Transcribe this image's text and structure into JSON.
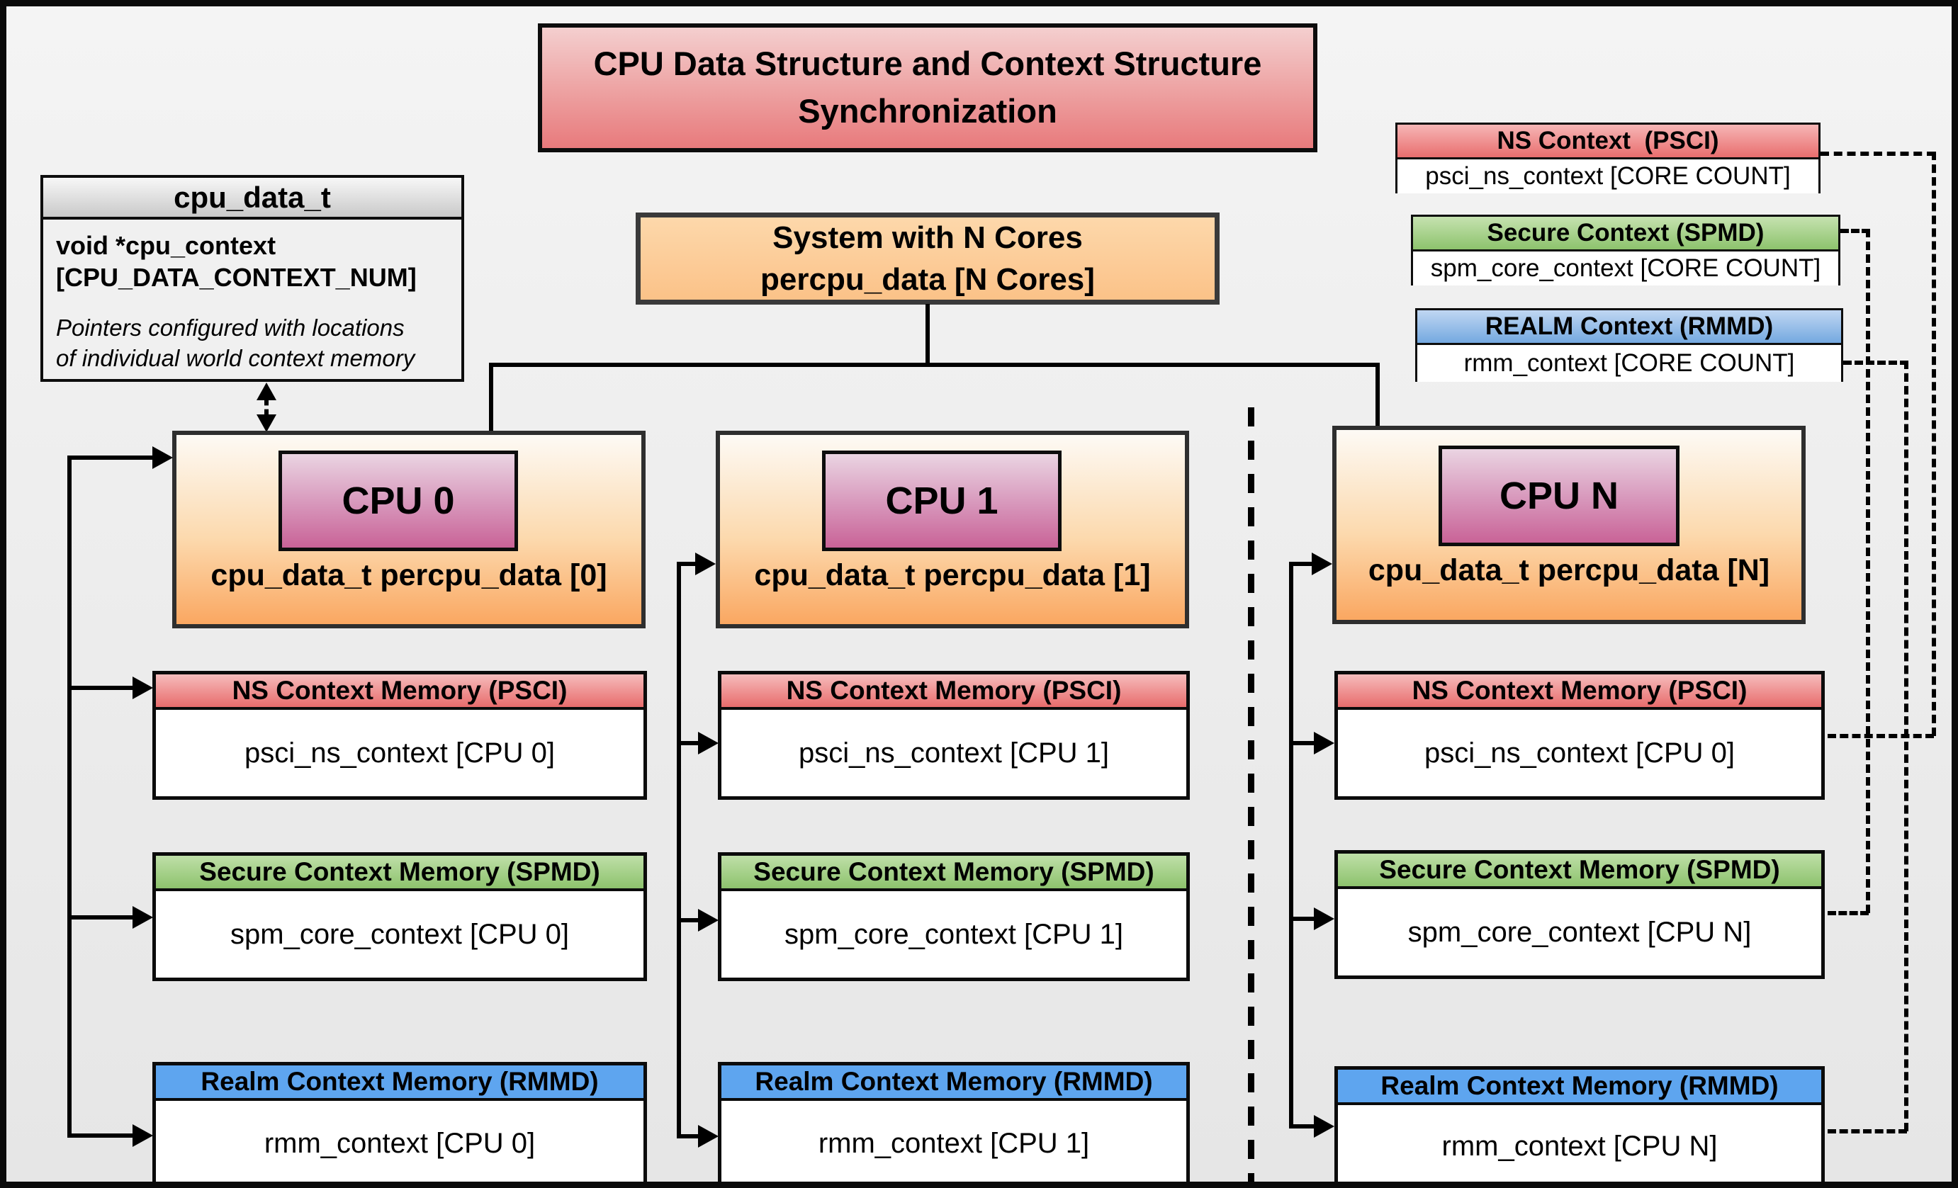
{
  "title": {
    "line1": "CPU Data Structure and Context Structure",
    "line2": "Synchronization"
  },
  "cpu_data_t_box": {
    "header": "cpu_data_t",
    "field_line1": "void  *cpu_context",
    "field_line2": "[CPU_DATA_CONTEXT_NUM]",
    "note_line1": "Pointers configured with locations",
    "note_line2": "of individual world context memory"
  },
  "system_box": {
    "line1": "System with N Cores",
    "line2": "percpu_data [N Cores]"
  },
  "legend": {
    "ns": {
      "header": "NS Context  (PSCI)",
      "body": "psci_ns_context [CORE COUNT]"
    },
    "secure": {
      "header": "Secure Context (SPMD)",
      "body": "spm_core_context [CORE COUNT]"
    },
    "realm": {
      "header": "REALM Context (RMMD)",
      "body": "rmm_context [CORE COUNT]"
    }
  },
  "columns": [
    {
      "cpu_label": "CPU 0",
      "cpu_data": "cpu_data_t percpu_data [0]",
      "memories": [
        {
          "header": "NS Context Memory (PSCI)",
          "body": "psci_ns_context [CPU 0]"
        },
        {
          "header": "Secure Context Memory (SPMD)",
          "body": "spm_core_context [CPU 0]"
        },
        {
          "header": "Realm Context Memory (RMMD)",
          "body": "rmm_context [CPU 0]"
        }
      ]
    },
    {
      "cpu_label": "CPU 1",
      "cpu_data": "cpu_data_t percpu_data [1]",
      "memories": [
        {
          "header": "NS Context Memory (PSCI)",
          "body": "psci_ns_context [CPU 1]"
        },
        {
          "header": "Secure Context Memory (SPMD)",
          "body": "spm_core_context [CPU 1]"
        },
        {
          "header": "Realm Context Memory (RMMD)",
          "body": "rmm_context [CPU 1]"
        }
      ]
    },
    {
      "cpu_label": "CPU N",
      "cpu_data": "cpu_data_t percpu_data [N]",
      "memories": [
        {
          "header": "NS Context Memory (PSCI)",
          "body": "psci_ns_context [CPU 0]"
        },
        {
          "header": "Secure Context Memory (SPMD)",
          "body": "spm_core_context [CPU N]"
        },
        {
          "header": "Realm Context Memory (RMMD)",
          "body": "rmm_context [CPU N]"
        }
      ]
    }
  ],
  "colors": {
    "title_red_top": "#f4cfcf",
    "title_red_bottom": "#e87a7c",
    "ns_header_red": "#e96e6e",
    "secure_header_green": "#8dc36d",
    "realm_header_blue": "#5ea5ef",
    "cpu_box_orange": "#faa761",
    "system_box_orange": "#fcc288",
    "cpu_label_pink": "#c96397",
    "struct_header_gray": "#c9c9c9",
    "background_gray": "#ececec",
    "line_black": "#000000"
  }
}
